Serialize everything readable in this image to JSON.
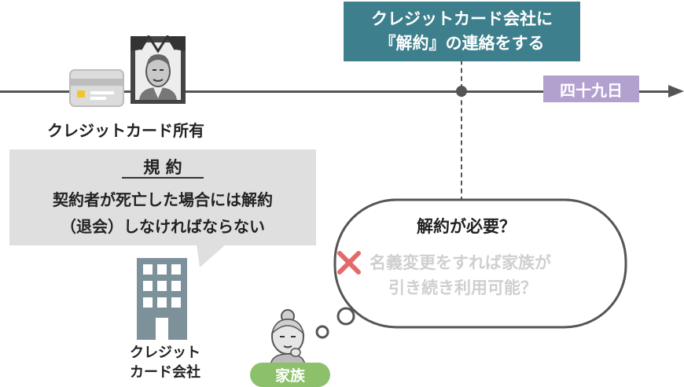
{
  "notice": {
    "line1": "クレジットカード会社に",
    "line2": "『解約』の連絡をする"
  },
  "timeline_end_label": "四十九日",
  "card_owner_label": "クレジットカード所有",
  "contract": {
    "title": "規 約",
    "line1": "契約者が死亡した場合には解約",
    "line2": "（退会）しなければならない"
  },
  "company_label": {
    "line1": "クレジット",
    "line2": "カード会社"
  },
  "question": {
    "main": "解約が必要？",
    "sub_line1": "名義変更をすれば家族が",
    "sub_line2": "引き続き利用可能？"
  },
  "family_label": "家族",
  "icons": [
    "credit-card-icon",
    "deceased-portrait-icon",
    "office-building-icon",
    "cross-mark-icon",
    "thinking-grandmother-icon"
  ],
  "colors": {
    "notice_bg": "#3d7f8c",
    "badge_bg": "#b2a1cf",
    "family_badge_bg": "#8dc06a",
    "cross": "#e46a6a",
    "building": "#7d919b",
    "bubble_gray": "#dfdfdf"
  }
}
